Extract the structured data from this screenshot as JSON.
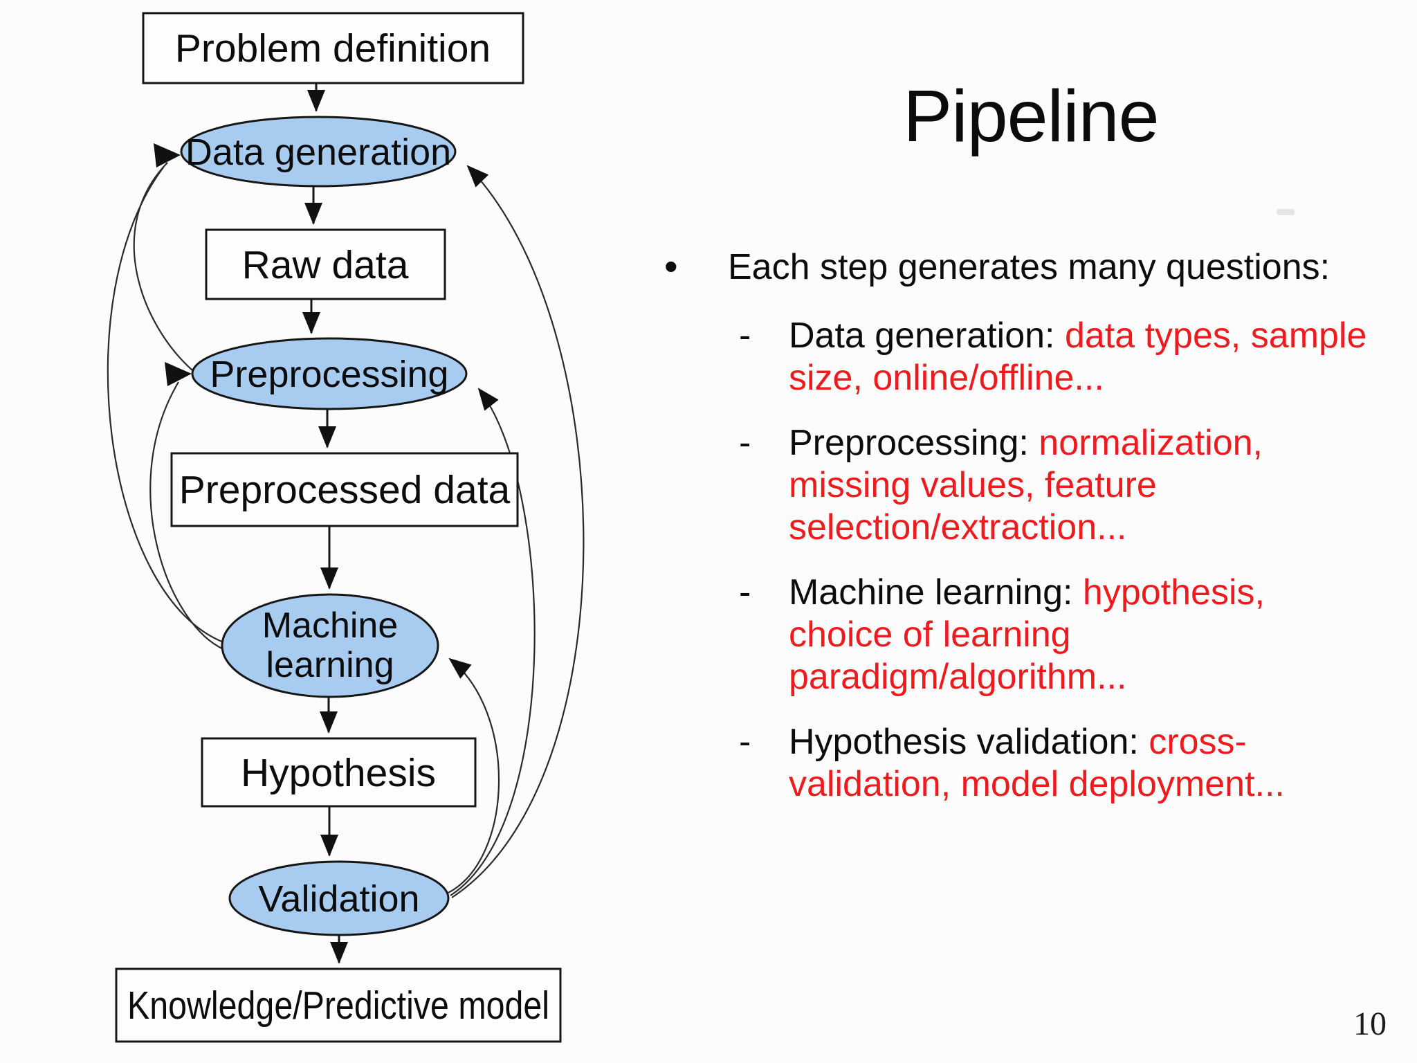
{
  "slide": {
    "title": "Pipeline",
    "page_number": "10"
  },
  "colors": {
    "node_fill": "#a8ccf0",
    "node_stroke": "#161616",
    "red_text": "#ee1b1e",
    "body_text": "#0c0c0c",
    "background": "#fcfcfc"
  },
  "glyphs": {
    "bullet": "•",
    "dash": "-"
  },
  "diagram": {
    "nodes": {
      "problem_definition": "Problem definition",
      "data_generation": "Data generation",
      "raw_data": "Raw data",
      "preprocessing": "Preprocessing",
      "preprocessed_data": "Preprocessed data",
      "machine_learning_line1": "Machine",
      "machine_learning_line2": "learning",
      "hypothesis": "Hypothesis",
      "validation": "Validation",
      "knowledge_model": "Knowledge/Predictive model"
    }
  },
  "content": {
    "intro_bullet": "Each step generates many questions:",
    "sub_bullets": [
      {
        "label": "Data generation: ",
        "red_lines": [
          "data types, sample",
          "size, online/offline..."
        ]
      },
      {
        "label": "Preprocessing: ",
        "red_lines": [
          "normalization,",
          "missing values, feature",
          "selection/extraction..."
        ]
      },
      {
        "label": "Machine learning: ",
        "red_lines": [
          "hypothesis,",
          "choice of learning",
          "paradigm/algorithm..."
        ]
      },
      {
        "label": "Hypothesis validation: ",
        "red_lines": [
          "cross-",
          "validation, model deployment..."
        ]
      }
    ]
  }
}
